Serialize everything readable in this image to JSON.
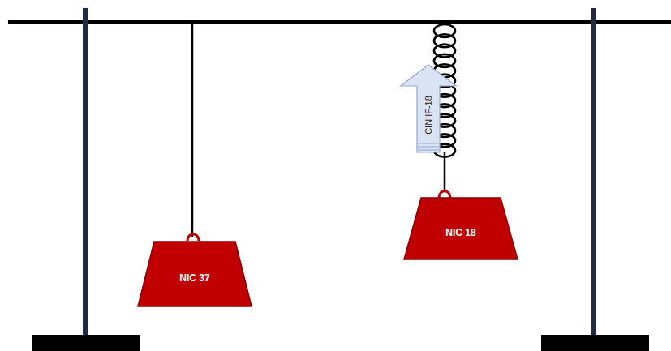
{
  "diagram": {
    "nodes": [
      {
        "text": [
          "NIC 37"
        ]
      },
      {
        "text": [
          "CINIIF-18"
        ]
      },
      {
        "text": [
          "NIC 18"
        ]
      }
    ]
  }
}
